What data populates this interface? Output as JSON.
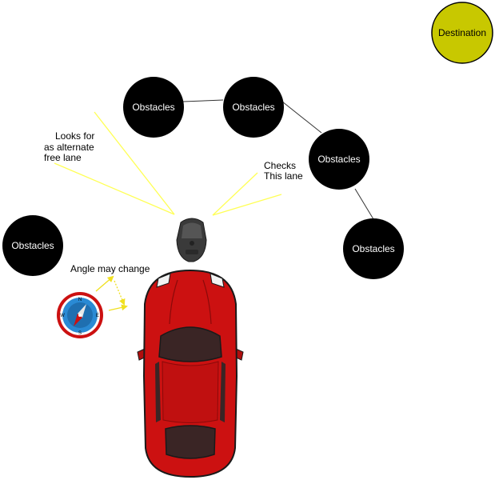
{
  "destination": {
    "label": "Destination",
    "color": "#c8c800"
  },
  "obstacles": [
    {
      "label": "Obstacles"
    },
    {
      "label": "Obstacles"
    },
    {
      "label": "Obstacles"
    },
    {
      "label": "Obstacles"
    },
    {
      "label": "Obstacles"
    }
  ],
  "annotations": {
    "alternate_line1": "Looks for",
    "alternate_line2": "as alternate",
    "alternate_line3": "free lane",
    "checks_line1": "Checks",
    "checks_line2": "This lane",
    "angle": "Angle may change"
  },
  "compass": {
    "n": "N",
    "s": "S",
    "e": "E",
    "w": "W"
  },
  "colors": {
    "obstacle": "#000000",
    "obstacle_text": "#ffffff",
    "scan_line": "#ffff55",
    "car_body": "#cc1111",
    "compass_ring": "#cc1111",
    "compass_face": "#2a8ad4"
  }
}
